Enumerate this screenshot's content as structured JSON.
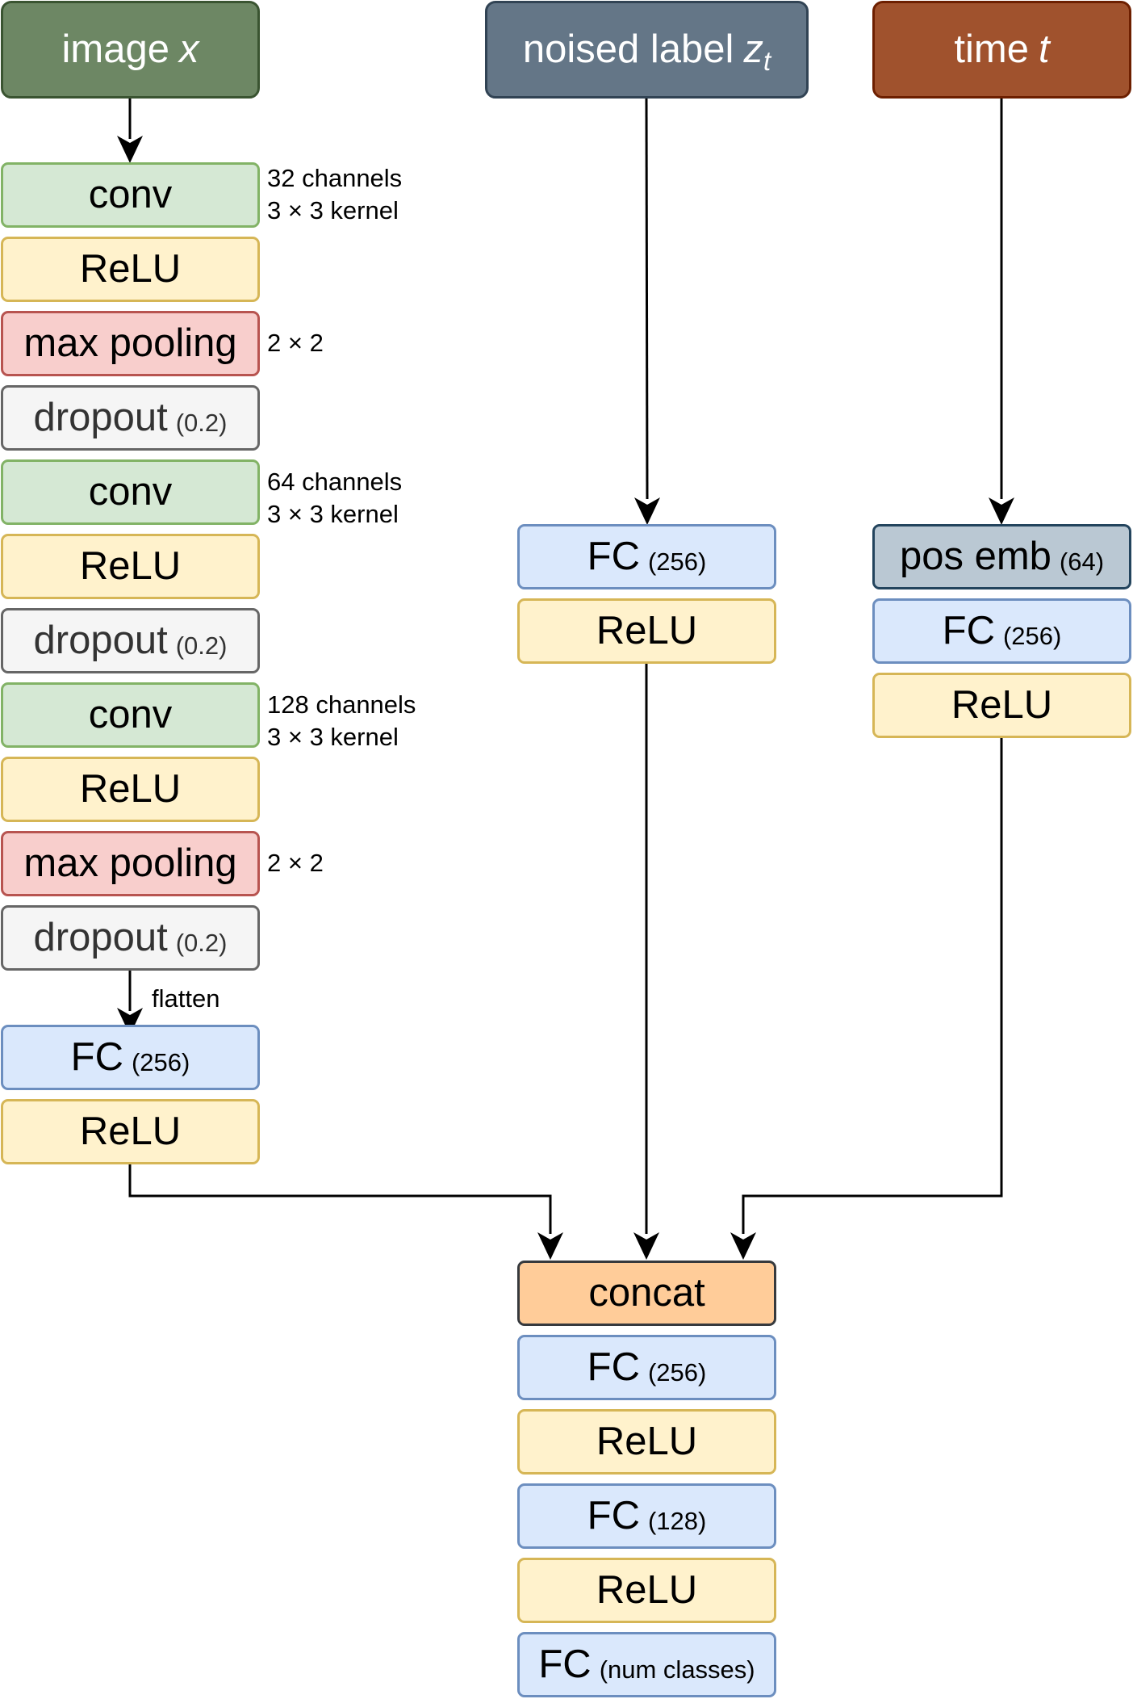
{
  "inputs": {
    "image": {
      "label": "image",
      "var": "x"
    },
    "noised_label": {
      "label": "noised label",
      "var": "z",
      "sub": "t"
    },
    "time": {
      "label": "time",
      "var": "t"
    }
  },
  "image_branch": {
    "conv1": "conv",
    "conv1_note1": "32 channels",
    "conv1_note2": "3 × 3 kernel",
    "relu1": "ReLU",
    "pool1": "max pooling",
    "pool1_note": "2 × 2",
    "drop1": "dropout",
    "drop1_param": "(0.2)",
    "conv2": "conv",
    "conv2_note1": "64 channels",
    "conv2_note2": "3 × 3 kernel",
    "relu2": "ReLU",
    "drop2": "dropout",
    "drop2_param": "(0.2)",
    "conv3": "conv",
    "conv3_note1": "128 channels",
    "conv3_note2": "3 × 3 kernel",
    "relu3": "ReLU",
    "pool2": "max pooling",
    "pool2_note": "2 × 2",
    "drop3": "dropout",
    "drop3_param": "(0.2)",
    "flatten": "flatten",
    "fc": "FC",
    "fc_param": "(256)",
    "relu4": "ReLU"
  },
  "label_branch": {
    "fc": "FC",
    "fc_param": "(256)",
    "relu": "ReLU"
  },
  "time_branch": {
    "pos_emb": "pos emb",
    "pos_emb_param": "(64)",
    "fc": "FC",
    "fc_param": "(256)",
    "relu": "ReLU"
  },
  "head": {
    "concat": "concat",
    "fc1": "FC",
    "fc1_param": "(256)",
    "relu1": "ReLU",
    "fc2": "FC",
    "fc2_param": "(128)",
    "relu2": "ReLU",
    "fc3": "FC",
    "fc3_param": "(num classes)"
  },
  "colors": {
    "conv": "#d5e8d4",
    "relu": "#fff2cc",
    "pool": "#f8cecc",
    "dropout": "#f5f5f5",
    "fc": "#dae8fc",
    "pos_emb": "#bac8d3",
    "concat": "#ffcc99",
    "image_header": "#6d8764",
    "label_header": "#647687",
    "time_header": "#a0522d"
  }
}
